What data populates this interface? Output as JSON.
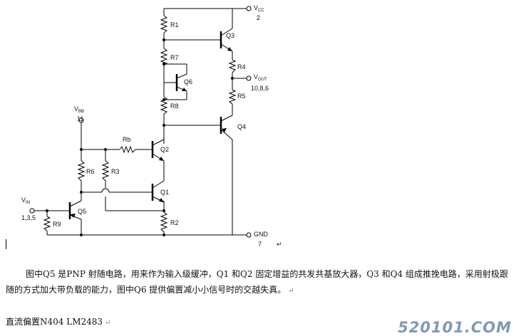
{
  "schematic": {
    "vcc": {
      "label": "V",
      "sub": "CC",
      "pin": "2"
    },
    "vout": {
      "label": "V",
      "sub": "OUT",
      "pins": "10,8,6"
    },
    "vbb": {
      "label": "V",
      "sub": "BB",
      "pin": "11"
    },
    "vin": {
      "label": "V",
      "sub": "IN",
      "pins": "1,3,5"
    },
    "gnd": {
      "label": "GND",
      "pin": "7"
    },
    "resistors": {
      "r1": "R1",
      "r7": "R7",
      "r8": "R8",
      "r4": "R4",
      "r5": "R5",
      "rb": "Rb",
      "r6": "R6",
      "r3": "R3",
      "r2": "R2",
      "r9": "R9"
    },
    "transistors": {
      "q3": "Q3",
      "q6": "Q6",
      "q4": "Q4",
      "q2": "Q2",
      "q1": "Q1",
      "q5": "Q5"
    },
    "return_mark": "↵"
  },
  "text": {
    "paragraph": "图中Q5 是PNP 射随电路，用来作为输入级缓冲，Q1 和Q2 固定增益的共发共基放大器，Q3 和Q4 组成推挽电路，采用射极跟随的方式加大带负载的能力，图中Q6 提供偏置减小小信号时的交越失真。",
    "footer": "直流偏置N404 LM2483",
    "return_mark": "↵"
  },
  "watermark": "520101.COM"
}
